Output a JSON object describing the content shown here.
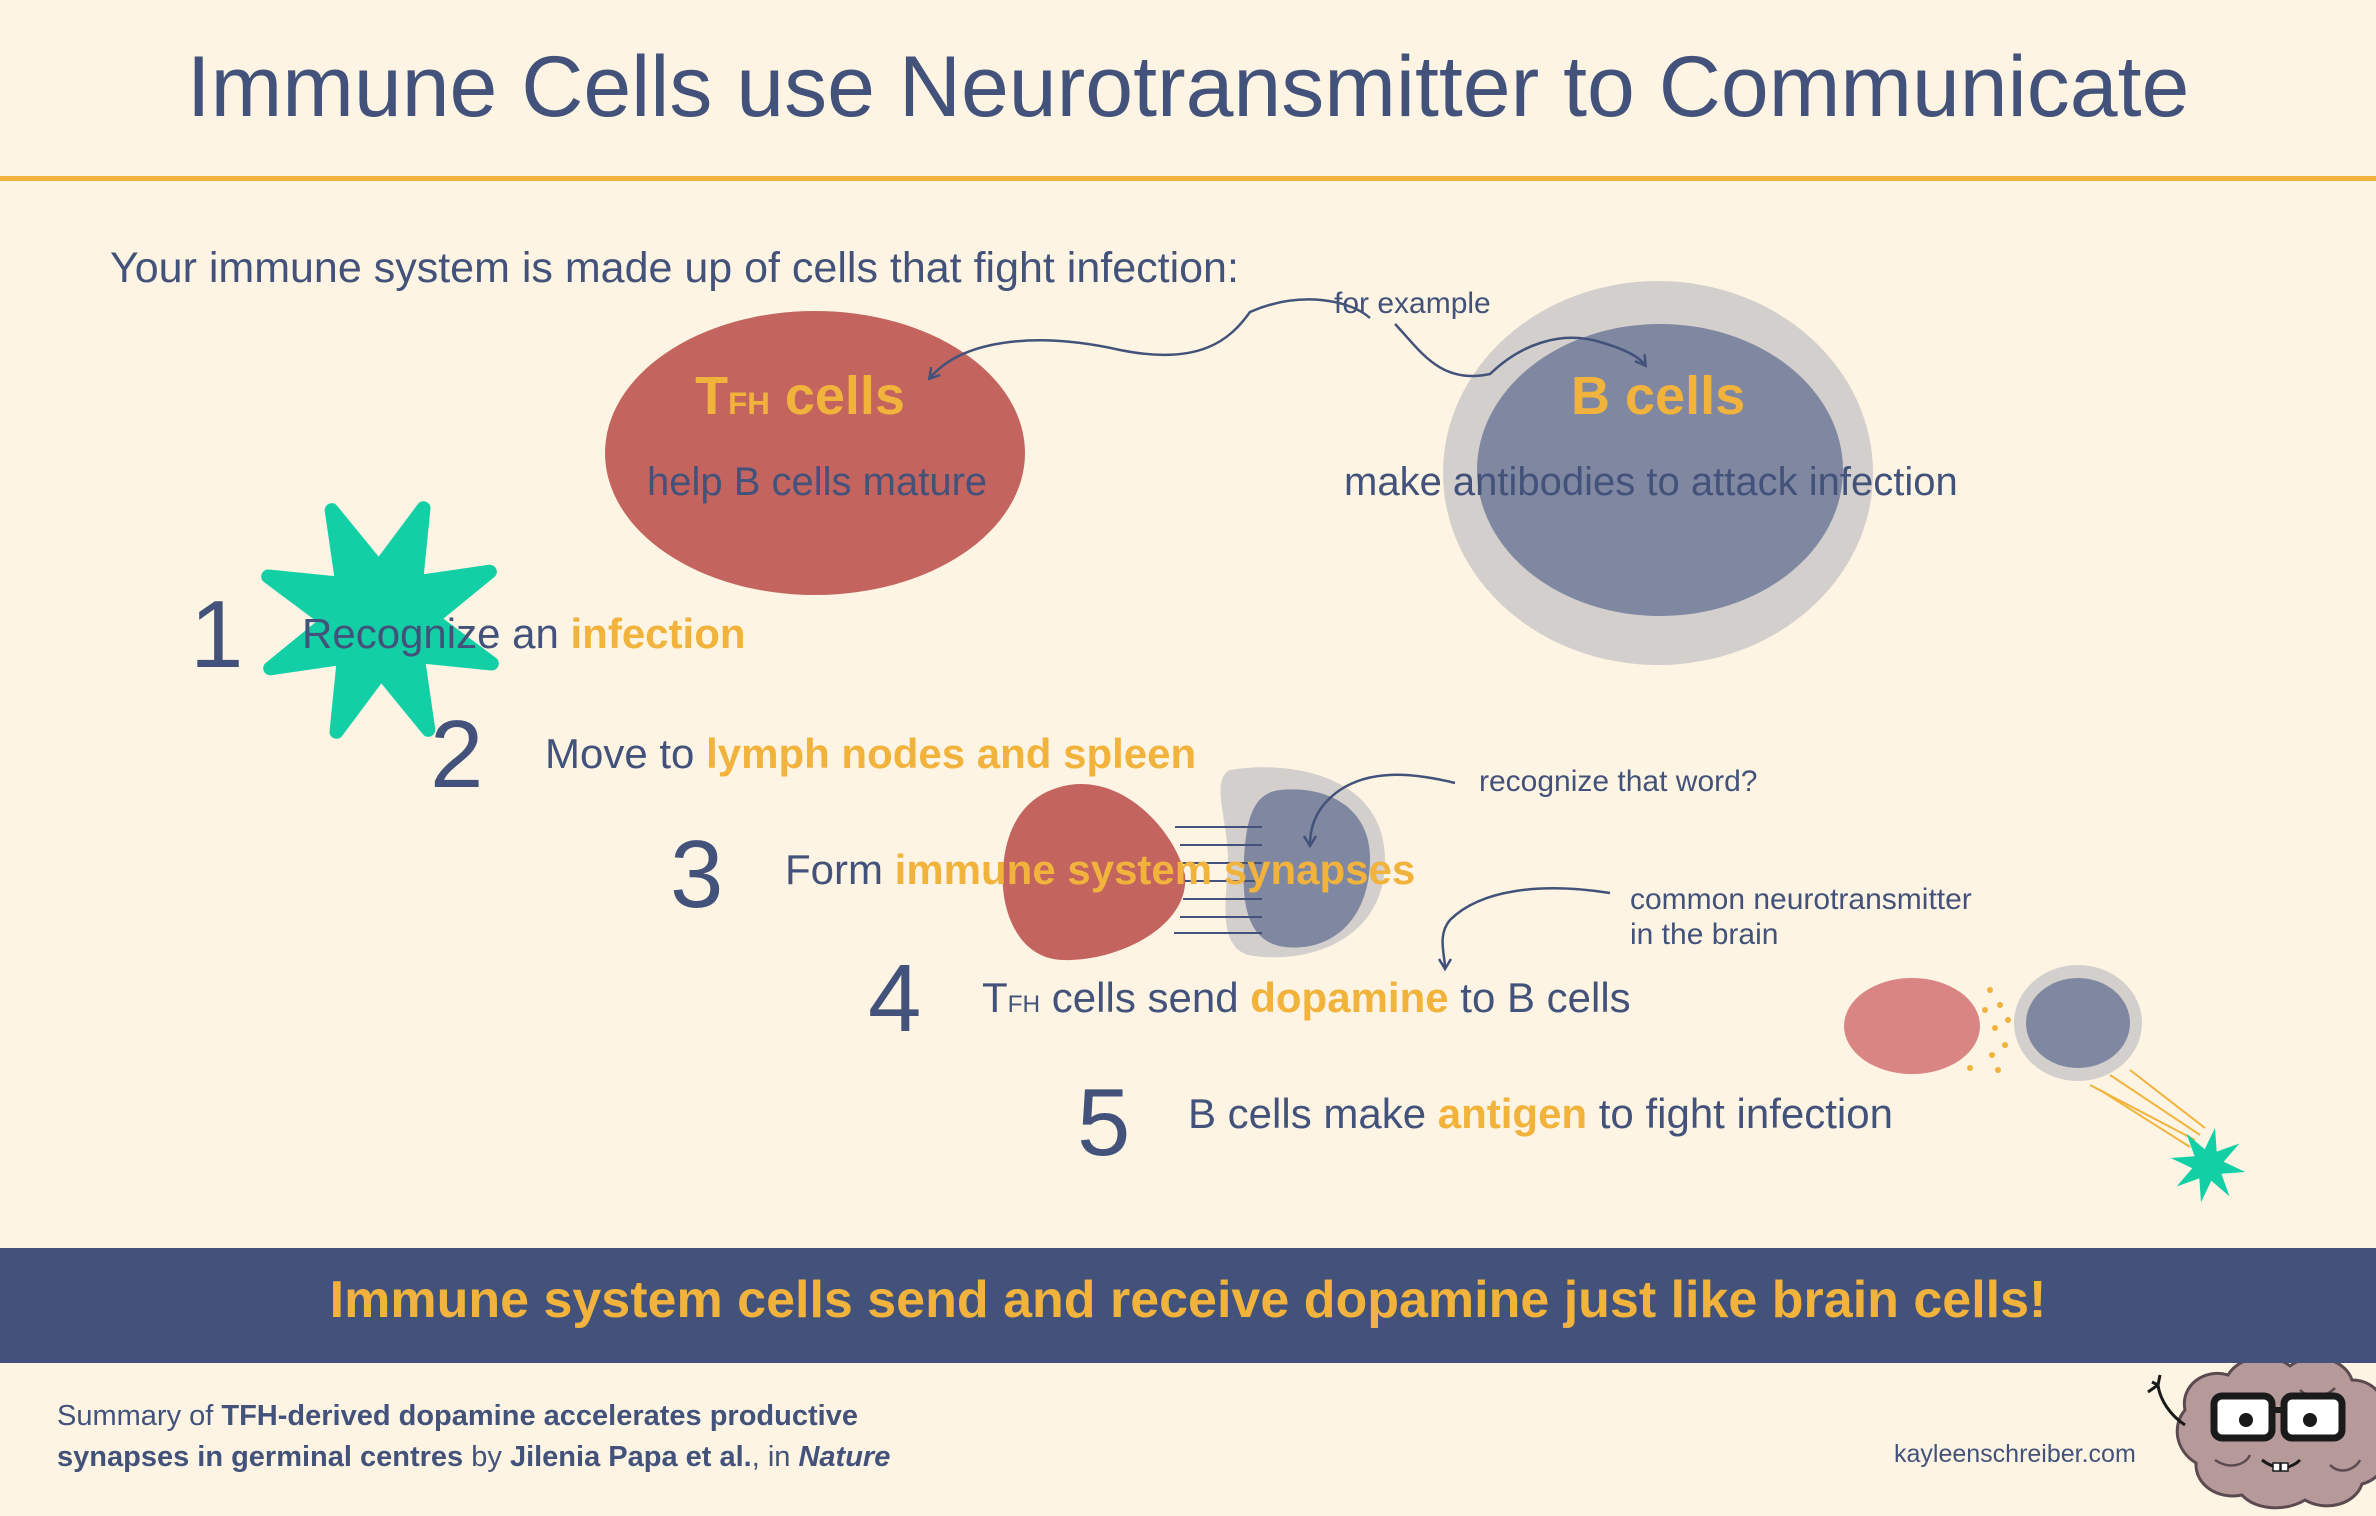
{
  "title": "Immune Cells use Neurotransmitter to Communicate",
  "intro": "Your immune system is made up of cells that fight infection:",
  "annotations": {
    "for_example": "for example",
    "recognize_word": "recognize that word?",
    "neurotransmitter_line1": "common neurotransmitter",
    "neurotransmitter_line2": "in the brain"
  },
  "tfh_cell": {
    "title_main": "T",
    "title_sub": "FH",
    "title_rest": " cells",
    "desc": "help B cells mature"
  },
  "b_cell": {
    "title": "B cells",
    "desc": "make antibodies to attack infection"
  },
  "steps": [
    {
      "number": "1",
      "text_before": "Recognize an ",
      "highlight": "infection",
      "text_after": ""
    },
    {
      "number": "2",
      "text_before": "Move to ",
      "highlight": "lymph nodes and spleen",
      "text_after": ""
    },
    {
      "number": "3",
      "text_before": "Form ",
      "highlight": "immune system synapses",
      "text_after": ""
    },
    {
      "number": "4",
      "text_prefix": "T",
      "text_sub": "FH",
      "text_before": " cells send ",
      "highlight": "dopamine",
      "text_after": " to B cells"
    },
    {
      "number": "5",
      "text_before": "B cells make ",
      "highlight": "antigen",
      "text_after": " to fight infection"
    }
  ],
  "banner": "Immune system cells send and receive dopamine just like brain cells!",
  "citation": {
    "prefix": "Summary of ",
    "paper_line1": "TFH-derived dopamine accelerates productive",
    "paper_line2": "synapses in germinal centres",
    "by": " by ",
    "authors": "Jilenia Papa et al.",
    "in": ", in ",
    "journal": "Nature"
  },
  "site": "kayleenschreiber.com",
  "colors": {
    "background": "#fdf4e3",
    "navy": "#42527a",
    "accent": "#f2b33d",
    "tfh_red": "#c4645f",
    "b_cell_blue": "#7f87a1",
    "b_cell_halo": "#d3cfcc",
    "infection_green": "#13cfa6"
  },
  "icons": [
    "infection-star-icon",
    "brain-mascot-icon"
  ]
}
